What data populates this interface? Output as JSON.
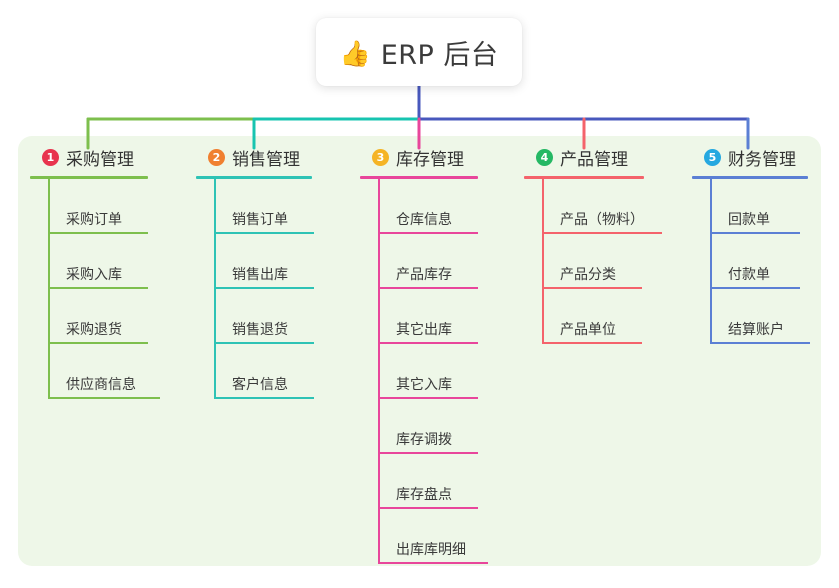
{
  "root": {
    "emoji": "👍",
    "emoji_icon_name": "thumbs-up-icon",
    "title": "ERP 后台"
  },
  "panel": {
    "background_color": "#eef7e8"
  },
  "connectors": {
    "stem_color": "#4858bd",
    "bar_segment_colors": [
      "#7dbf4d",
      "#17c4b0",
      "#4858bd",
      "#4858bd"
    ],
    "drop_colors": [
      "#7dbf4d",
      "#17c4b0",
      "#e8469b",
      "#f4636b",
      "#5b7fd4"
    ]
  },
  "columns": [
    {
      "index": 1,
      "badge": "1",
      "badge_color": "#e8344e",
      "accent_color": "#7dbf4d",
      "title": "采购管理",
      "width": 118,
      "items": [
        {
          "label": "采购订单",
          "rule_width": 100
        },
        {
          "label": "采购入库",
          "rule_width": 100
        },
        {
          "label": "采购退货",
          "rule_width": 100
        },
        {
          "label": "供应商信息",
          "rule_width": 112
        }
      ]
    },
    {
      "index": 2,
      "badge": "2",
      "badge_color": "#f08030",
      "accent_color": "#2ec3b5",
      "title": "销售管理",
      "width": 116,
      "items": [
        {
          "label": "销售订单",
          "rule_width": 100
        },
        {
          "label": "销售出库",
          "rule_width": 100
        },
        {
          "label": "销售退货",
          "rule_width": 100
        },
        {
          "label": "客户信息",
          "rule_width": 100
        }
      ]
    },
    {
      "index": 3,
      "badge": "3",
      "badge_color": "#f5b425",
      "accent_color": "#e8469b",
      "title": "库存管理",
      "width": 118,
      "items": [
        {
          "label": "仓库信息",
          "rule_width": 100
        },
        {
          "label": "产品库存",
          "rule_width": 100
        },
        {
          "label": "其它出库",
          "rule_width": 100
        },
        {
          "label": "其它入库",
          "rule_width": 100
        },
        {
          "label": "库存调拨",
          "rule_width": 100
        },
        {
          "label": "库存盘点",
          "rule_width": 100
        },
        {
          "label": "出库库明细",
          "rule_width": 110
        }
      ]
    },
    {
      "index": 4,
      "badge": "4",
      "badge_color": "#25b864",
      "accent_color": "#f4636b",
      "title": "产品管理",
      "width": 120,
      "items": [
        {
          "label": "产品（物料）",
          "rule_width": 120
        },
        {
          "label": "产品分类",
          "rule_width": 100
        },
        {
          "label": "产品单位",
          "rule_width": 100
        }
      ]
    },
    {
      "index": 5,
      "badge": "5",
      "badge_color": "#25a8e0",
      "accent_color": "#5b7fd4",
      "title": "财务管理",
      "width": 116,
      "items": [
        {
          "label": "回款单",
          "rule_width": 90
        },
        {
          "label": "付款单",
          "rule_width": 90
        },
        {
          "label": "结算账户",
          "rule_width": 100
        }
      ]
    }
  ]
}
